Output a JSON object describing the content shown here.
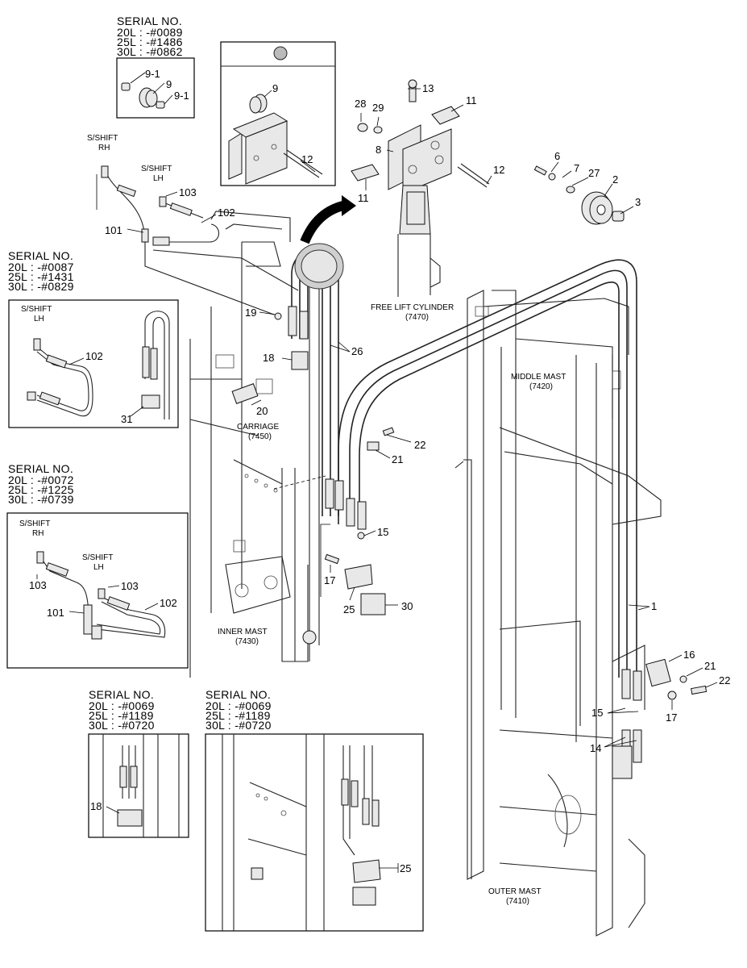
{
  "serial_blocks": [
    {
      "title": "SERIAL NO.",
      "lines": [
        "20L : -#0089",
        "25L : -#1486",
        "30L : -#0862"
      ]
    },
    {
      "title": "SERIAL NO.",
      "lines": [
        "20L : -#0087",
        "25L : -#1431",
        "30L : -#0829"
      ]
    },
    {
      "title": "SERIAL NO.",
      "lines": [
        "20L : -#0072",
        "25L : -#1225",
        "30L : -#0739"
      ]
    },
    {
      "title": "SERIAL NO.",
      "lines": [
        "20L : -#0069",
        "25L : -#1189",
        "30L : -#0720"
      ]
    },
    {
      "title": "SERIAL NO.",
      "lines": [
        "20L : -#0069",
        "25L : -#1189",
        "30L : -#0720"
      ]
    }
  ],
  "component_labels": {
    "free_lift_cylinder": [
      "FREE LIFT CYLINDER",
      "(7470)"
    ],
    "middle_mast": [
      "MIDDLE MAST",
      "(7420)"
    ],
    "carriage": [
      "CARRIAGE",
      "(7450)"
    ],
    "inner_mast": [
      "INNER MAST",
      "(7430)"
    ],
    "outer_mast": [
      "OUTER MAST",
      "(7410)"
    ]
  },
  "side_shift": {
    "rh": [
      "S/SHIFT",
      "RH"
    ],
    "lh": [
      "S/SHIFT",
      "LH"
    ]
  },
  "callouts": {
    "n1": "1",
    "n2": "2",
    "n3": "3",
    "n6": "6",
    "n7": "7",
    "n8": "8",
    "n9": "9",
    "n9_1": "9-1",
    "n11": "11",
    "n12": "12",
    "n13": "13",
    "n14": "14",
    "n15": "15",
    "n16": "16",
    "n17": "17",
    "n18": "18",
    "n19": "19",
    "n20": "20",
    "n21": "21",
    "n22": "22",
    "n25": "25",
    "n26": "26",
    "n27": "27",
    "n28": "28",
    "n29": "29",
    "n30": "30",
    "n31": "31",
    "n101": "101",
    "n102": "102",
    "n103": "103"
  }
}
